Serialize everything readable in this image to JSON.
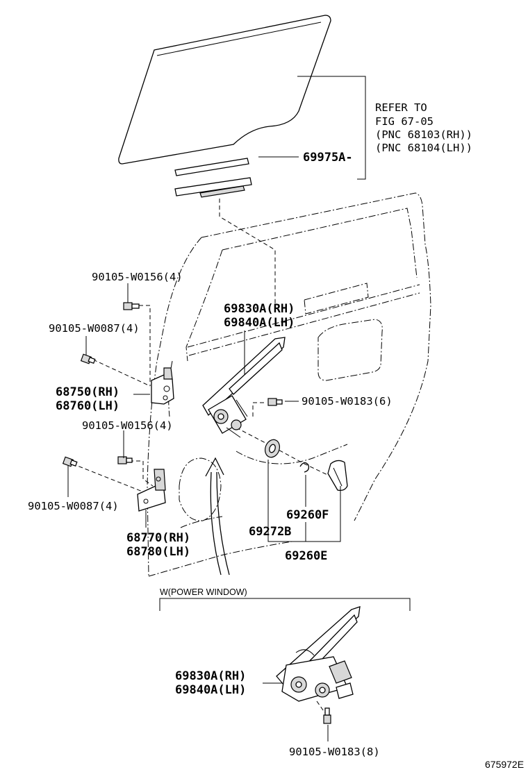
{
  "diagram_id": "675972E",
  "refer_note": {
    "line1": "REFER TO",
    "line2": "FIG 67-05",
    "line3": "(PNC 68103(RH))",
    "line4": "(PNC 68104(LH))"
  },
  "callouts": {
    "glass_run": "69975A-",
    "bolt_upper_1": "90105-W0156(4)",
    "bolt_upper_2": "90105-W0087(4)",
    "hinge_upper_rh": "68750(RH)",
    "hinge_upper_lh": "68760(LH)",
    "bolt_lower_1": "90105-W0156(4)",
    "bolt_lower_2": "90105-W0087(4)",
    "hinge_lower_rh": "68770(RH)",
    "hinge_lower_lh": "68780(LH)",
    "regulator_rh": "69830A(RH)",
    "regulator_lh": "69840A(LH)",
    "bolt_regulator": "90105-W0183(6)",
    "grommet_f": "69260F",
    "cushion": "69272B",
    "grommet_e": "69260E"
  },
  "power_window": {
    "title": "W(POWER WINDOW)",
    "regulator_rh": "69830A(RH)",
    "regulator_lh": "69840A(LH)",
    "bolt": "90105-W0183(8)"
  }
}
